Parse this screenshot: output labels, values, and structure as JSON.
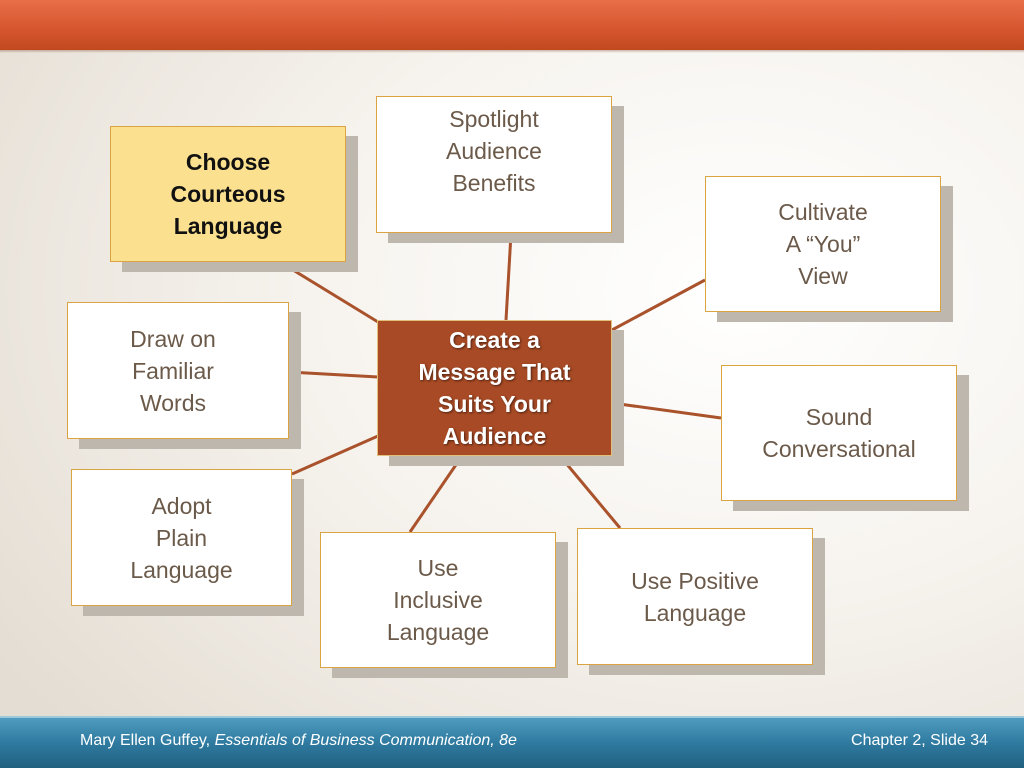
{
  "footer": {
    "author": "Mary Ellen Guffey,",
    "book": "Essentials of Business Communication, 8e",
    "slide": "Chapter 2, Slide 34"
  },
  "diagram": {
    "center": "Create a\nMessage That\nSuits Your\nAudience",
    "nodes": {
      "courteous": "Choose\nCourteous\nLanguage",
      "benefits": "Spotlight\nAudience\nBenefits",
      "you_view": "Cultivate\nA “You”\nView",
      "familiar": "Draw on\nFamiliar\nWords",
      "conversational": "Sound\nConversational",
      "plain": "Adopt\nPlain\nLanguage",
      "inclusive": "Use\nInclusive\nLanguage",
      "positive": "Use Positive\nLanguage"
    }
  },
  "colors": {
    "accent_top": "#d5552f",
    "footer_blue": "#2f7aa0",
    "center_fill": "#a84a25",
    "highlight_fill": "#fbe18f",
    "connector": "#a9522b"
  }
}
